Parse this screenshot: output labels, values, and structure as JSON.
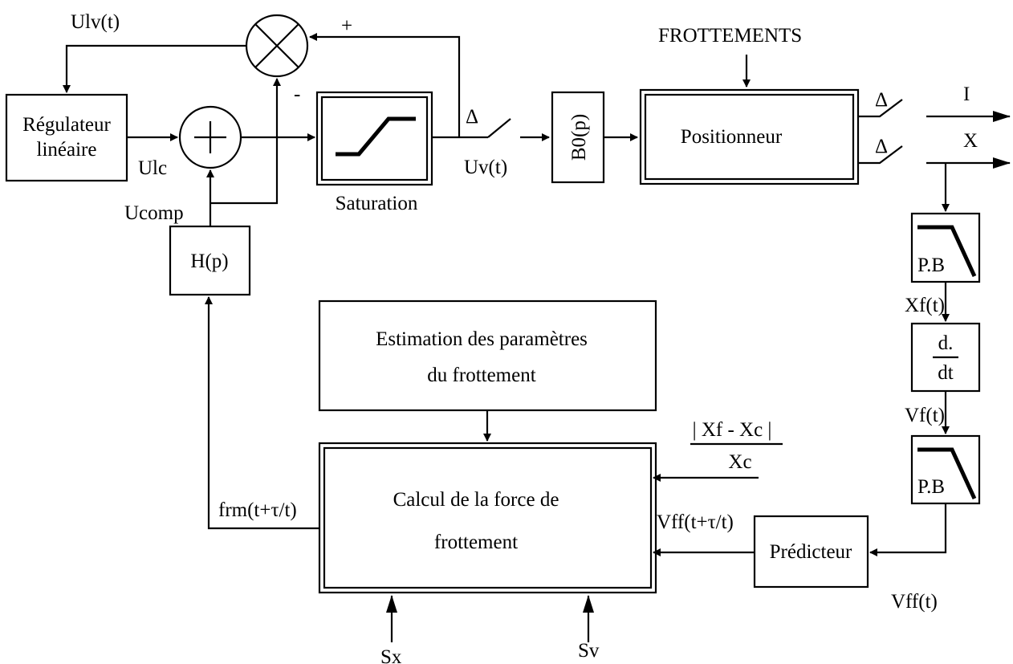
{
  "blocks": {
    "regulateur_line1": "Régulateur",
    "regulateur_line2": "linéaire",
    "saturation": "Saturation",
    "b0": "B0(p)",
    "positionneur": "Positionneur",
    "h": "H(p)",
    "pb1": "P.B",
    "pb2": "P.B",
    "deriv_num": "d.",
    "deriv_den": "dt",
    "estimation_line1": "Estimation des paramètres",
    "estimation_line2": "du frottement",
    "calcul_line1": "Calcul de la force de",
    "calcul_line2": "frottement",
    "predicteur": "Prédicteur"
  },
  "signals": {
    "ulv": "Ulv(t)",
    "ulc": "Ulc",
    "ucomp": "Ucomp",
    "uv": "Uv(t)",
    "plus": "+",
    "minus": "-",
    "sum_plus": "+",
    "delta1": "Δ",
    "delta2": "Δ",
    "delta3": "Δ",
    "frottements": "FROTTEMENTS",
    "i": "I",
    "x": "X",
    "xf": "Xf(t)",
    "vf": "Vf(t)",
    "vff": "Vff(t)",
    "vff_pred": "Vff(t+τ/t)",
    "frm": "frm(t+τ/t)",
    "err_num": "| Xf - Xc |",
    "err_den": "Xc",
    "sx": "Sx",
    "sv": "Sv"
  }
}
